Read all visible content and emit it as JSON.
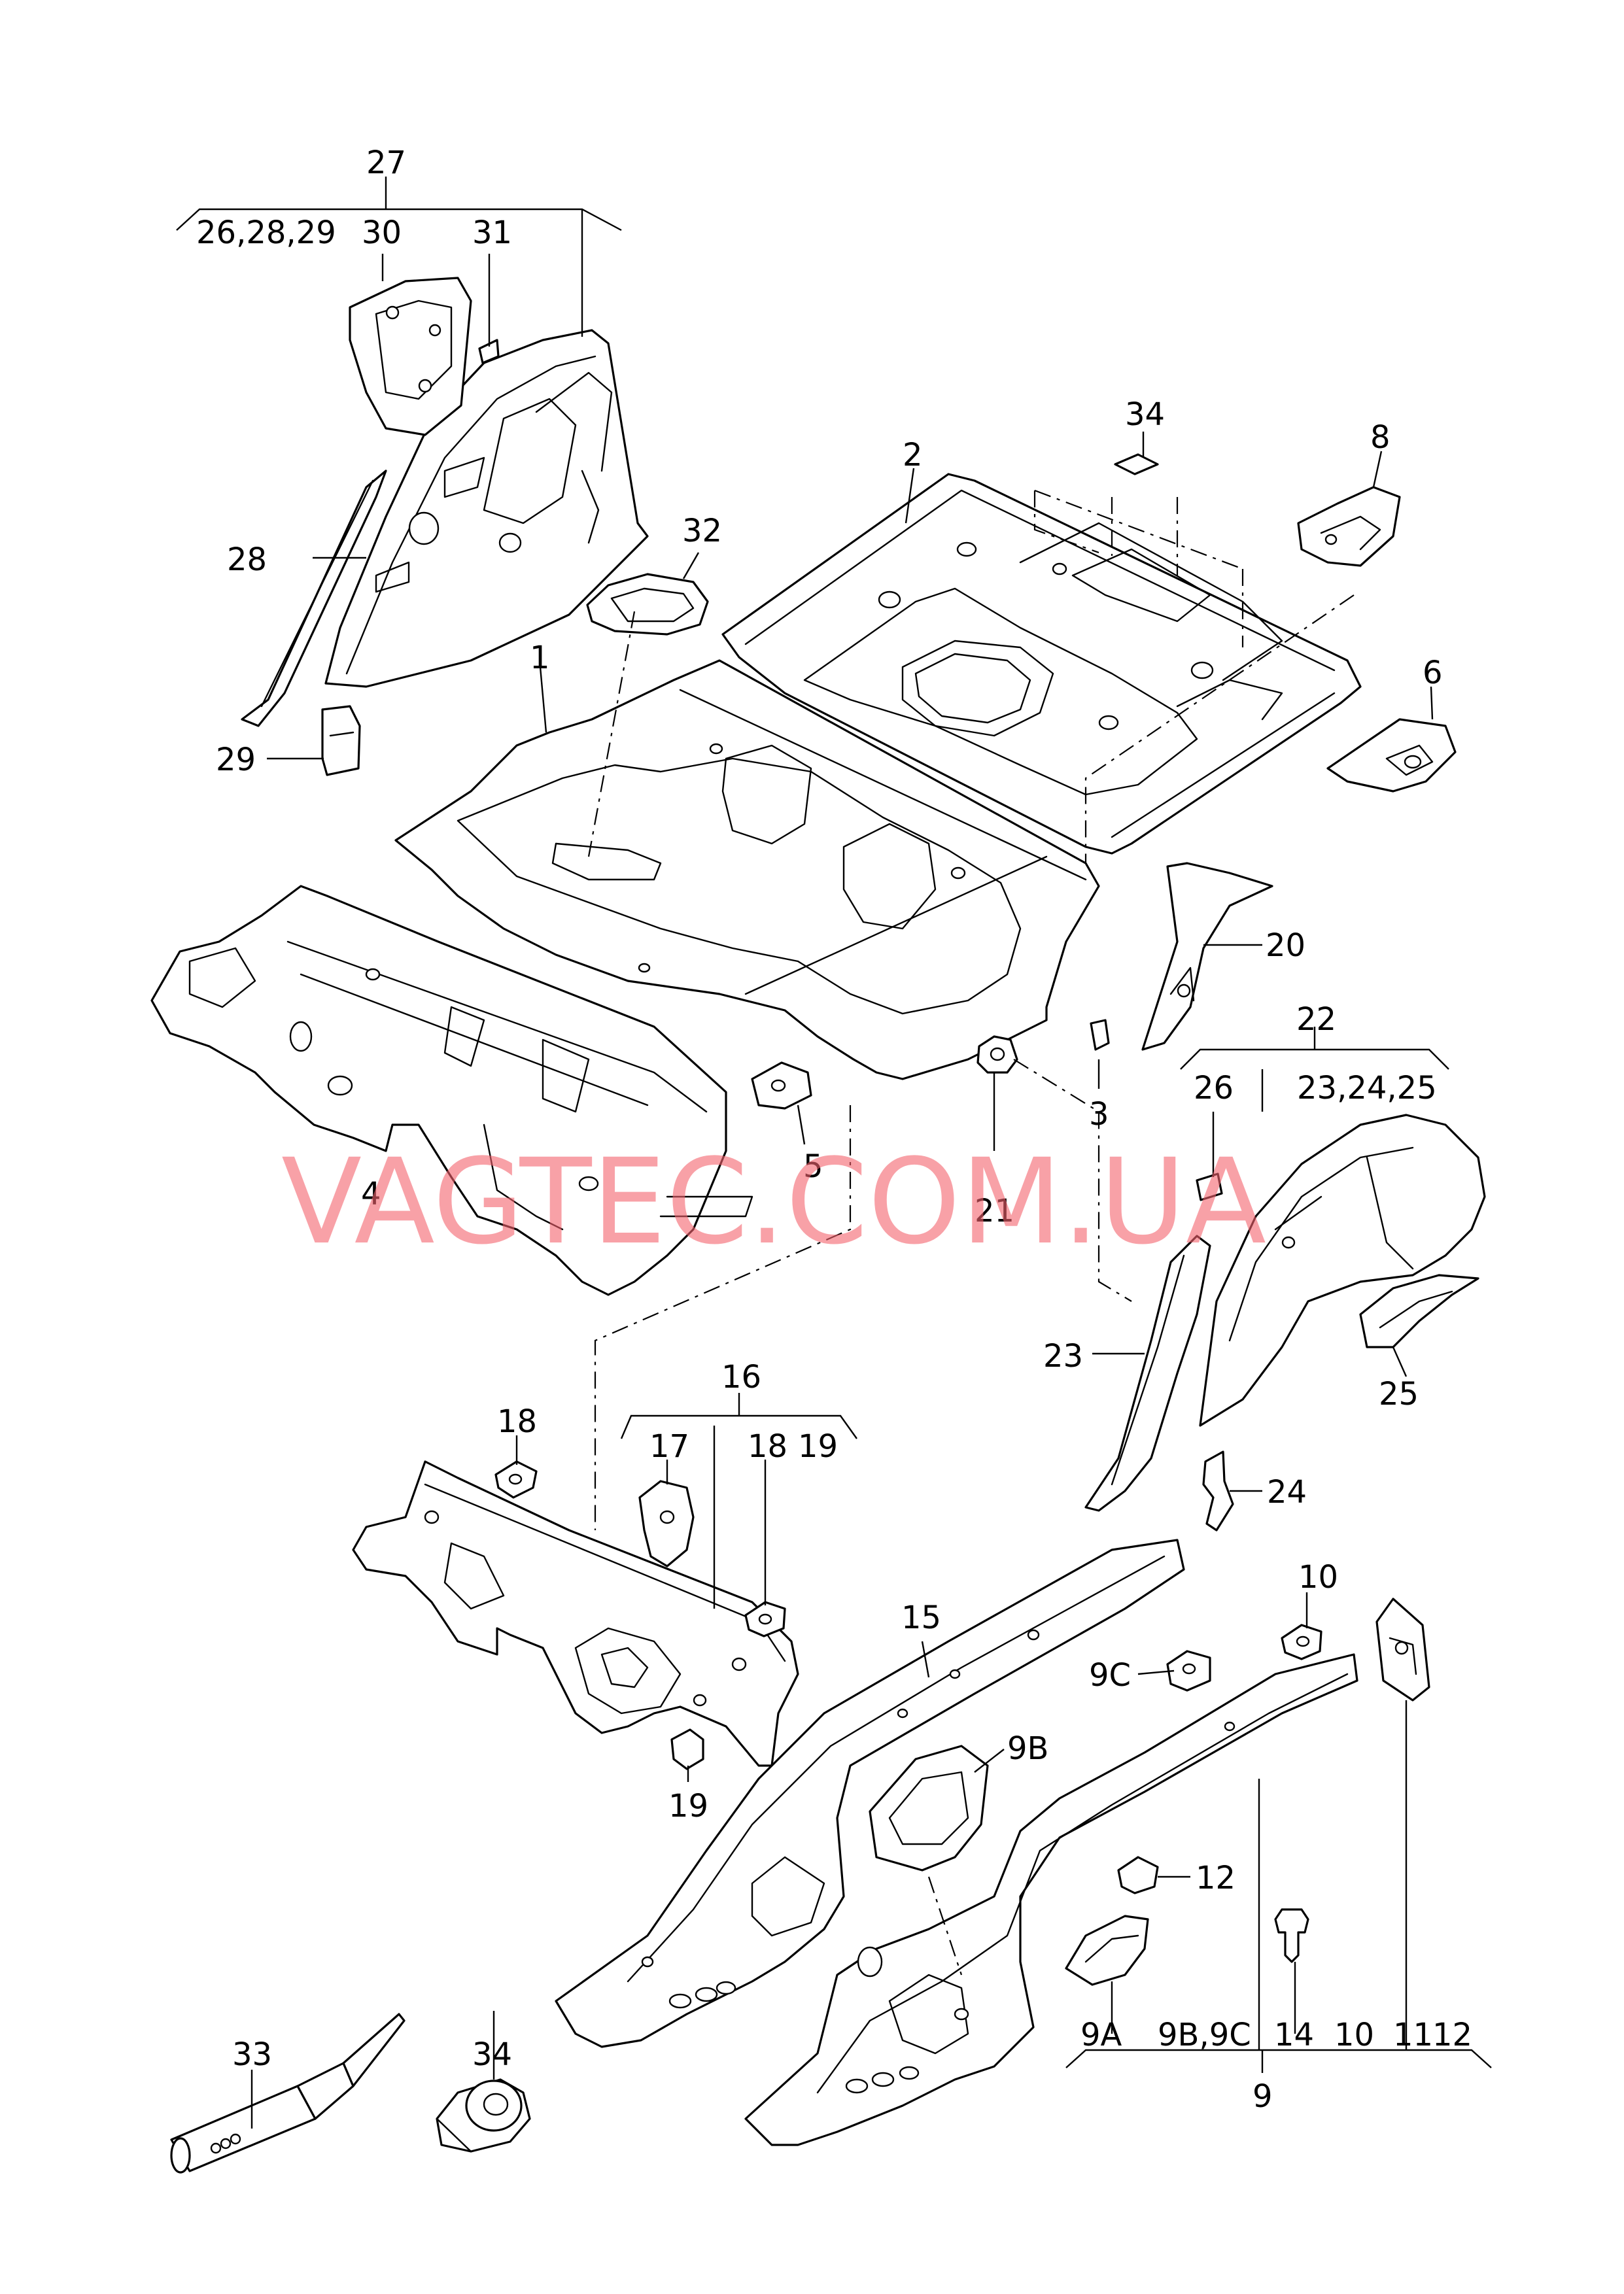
{
  "watermark": "VAGTEC.COM.UA",
  "labels": {
    "l27": "27",
    "l26_28_29": "26,28,29",
    "l30": "30",
    "l31": "31",
    "l28": "28",
    "l29a": "29",
    "l32": "32",
    "l1": "1",
    "l2": "2",
    "l34a": "34",
    "l8": "8",
    "l6": "6",
    "l20": "20",
    "l3": "3",
    "l4": "4",
    "l5": "5",
    "l21": "21",
    "l22": "22",
    "l26": "26",
    "l23_24_25": "23,24,25",
    "l23": "23",
    "l25": "25",
    "l24": "24",
    "l16": "16",
    "l18a": "18",
    "l17": "17",
    "l18b": "18",
    "l19a": "19",
    "l19b": "19",
    "l15": "15",
    "l9B": "9B",
    "l9C": "9C",
    "l10a": "10",
    "l12": "12",
    "l33": "33",
    "l34b": "34",
    "l9A": "9A",
    "l9B9C": "9B,9C",
    "l14": "14",
    "l10b": "10",
    "l11": "11",
    "l12b": "12",
    "l9": "9"
  }
}
